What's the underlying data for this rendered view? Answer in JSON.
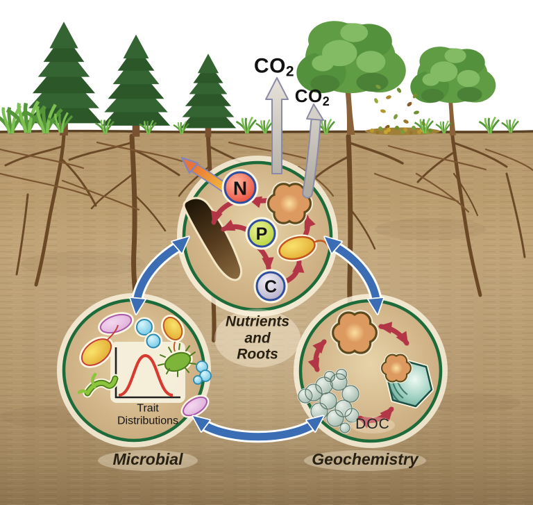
{
  "diagram": {
    "co2_arrows": [
      {
        "label": "CO",
        "subscript": "2"
      },
      {
        "label": "CO",
        "subscript": "2"
      }
    ],
    "cycles": {
      "top": {
        "label": "Nutrients\nand\nRoots",
        "nodes": {
          "n": "N",
          "p": "P",
          "c": "C"
        }
      },
      "left": {
        "label": "Microbial",
        "chart_label": "Trait\nDistributions"
      },
      "right": {
        "label": "Geochemistry",
        "doc_label": "DOC"
      }
    },
    "icons": [
      "conifer-tree",
      "deciduous-tree",
      "grass-tuft",
      "falling-leaves",
      "leaf-litter",
      "soil-roots",
      "root-tip",
      "organic-matter-flower",
      "microbe",
      "trait-distribution-chart",
      "mineral-hexagon",
      "doc-particles",
      "co2-flux-arrow",
      "plant-uptake-arrow",
      "exchange-arrow"
    ]
  },
  "colors": {
    "ring_green": "#1d6b3a",
    "arrow_red": "#b23646",
    "arrow_blue": "#3b6db5",
    "soil_tan": "#c3a779",
    "node_n_fill": "#ee5a45",
    "node_p_fill": "#cfe060",
    "node_c_fill": "#d6d2de",
    "organic_matter_orange": "#dd9a60",
    "mineral_teal": "#7fbcab",
    "co2_arrow_gray": "#c9c5bc"
  }
}
